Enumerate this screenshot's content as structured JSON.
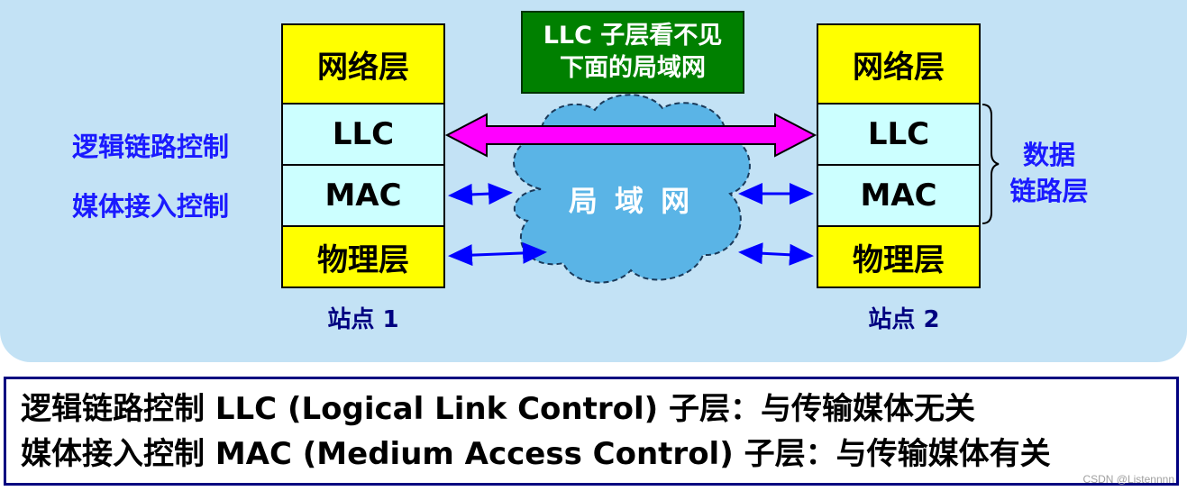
{
  "callout": {
    "line1": "LLC 子层看不见",
    "line2": "下面的局域网"
  },
  "left_labels": {
    "llc": "逻辑链路控制",
    "mac": "媒体接入控制"
  },
  "site1": {
    "layers": [
      "网络层",
      "LLC",
      "MAC",
      "物理层"
    ],
    "label": "站点 1"
  },
  "site2": {
    "layers": [
      "网络层",
      "LLC",
      "MAC",
      "物理层"
    ],
    "label": "站点 2"
  },
  "cloud": {
    "label": "局 域 网"
  },
  "data_link_label": {
    "line1": "数据",
    "line2": "链路层"
  },
  "summary": {
    "line1": "逻辑链路控制 LLC (Logical Link Control) 子层：与传输媒体无关",
    "line2": "媒体接入控制 MAC (Medium Access Control) 子层：与传输媒体有关"
  },
  "watermark": "CSDN @Listennnn",
  "colors": {
    "panel_bg": "#c3e2f5",
    "layer_yellow": "#ffff00",
    "layer_cyan": "#ccffff",
    "callout_bg": "#008000",
    "big_arrow": "#ff00ff",
    "small_arrow": "#0000ff",
    "cloud": "#5ab4e6",
    "label_blue": "#1a1aff"
  }
}
